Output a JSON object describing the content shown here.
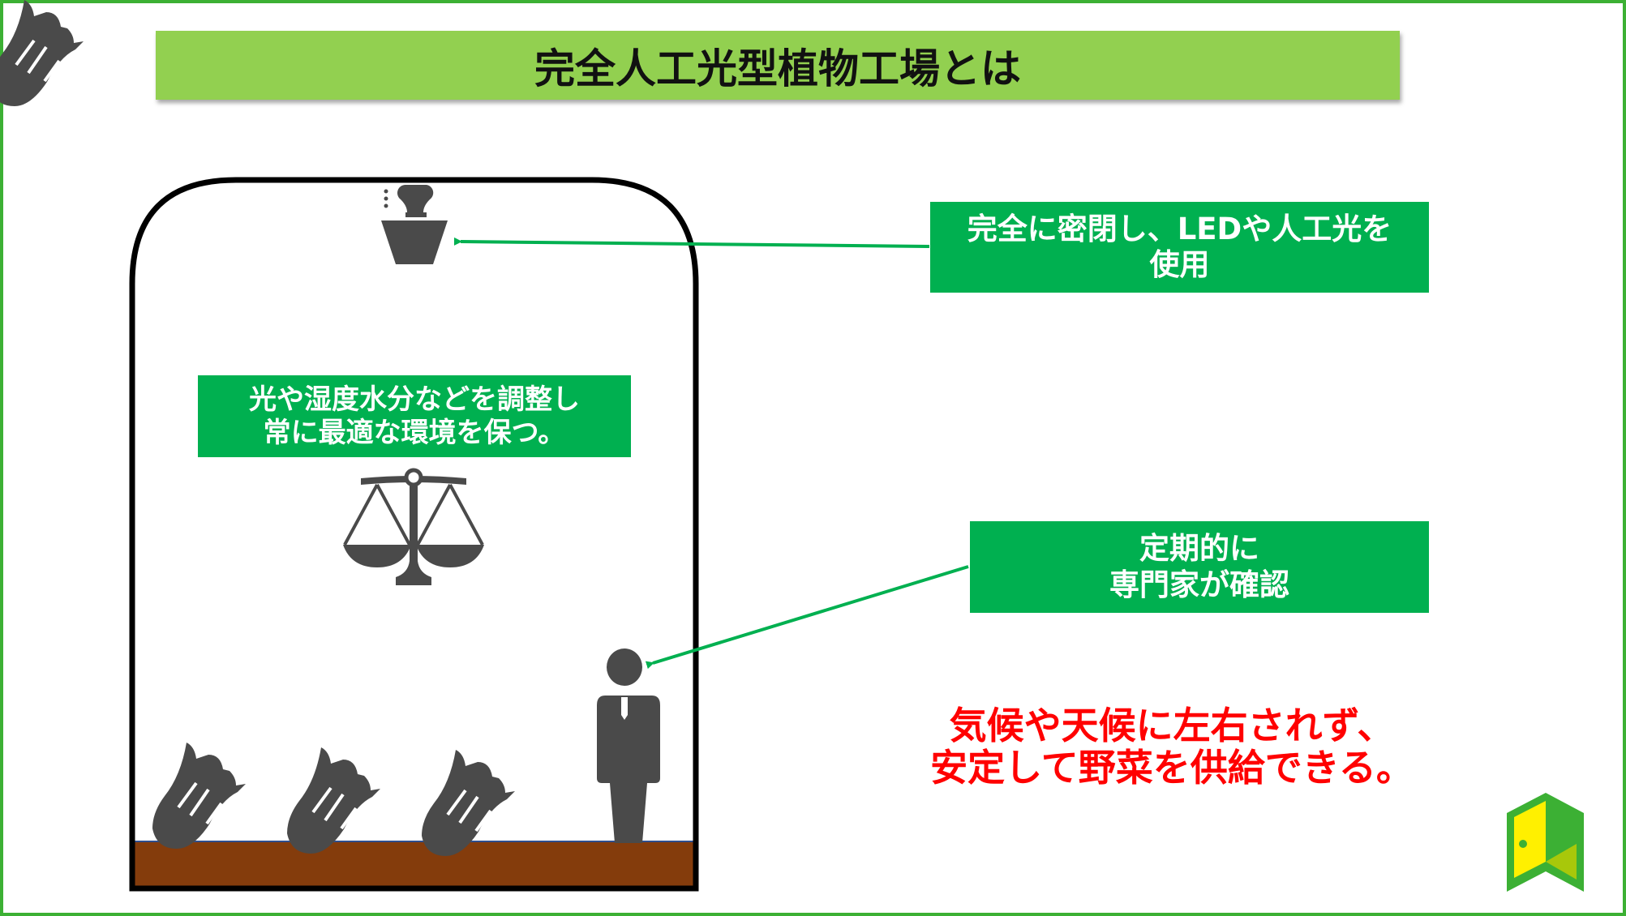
{
  "title": "完全人工光型植物工場とは",
  "callouts": {
    "sealed": [
      "完全に密閉し、LEDや人工光を",
      "使用"
    ],
    "environment": [
      "光や湿度水分などを調整し",
      "常に最適な環境を保つ。"
    ],
    "expert": [
      "定期的に",
      "専門家が確認"
    ]
  },
  "conclusion": [
    "気候や天候に左右されず、",
    "安定して野菜を供給できる。"
  ],
  "colors": {
    "accent_green": "#00b050",
    "title_green": "#92d050",
    "frame_green": "#3cb034",
    "soil": "#843c0c",
    "icon_gray": "#4a4a4a",
    "emphasis_red": "#ff0000"
  },
  "icons": [
    "lamp-icon",
    "scale-icon",
    "person-icon",
    "vegetable-icon",
    "door-logo-icon"
  ]
}
